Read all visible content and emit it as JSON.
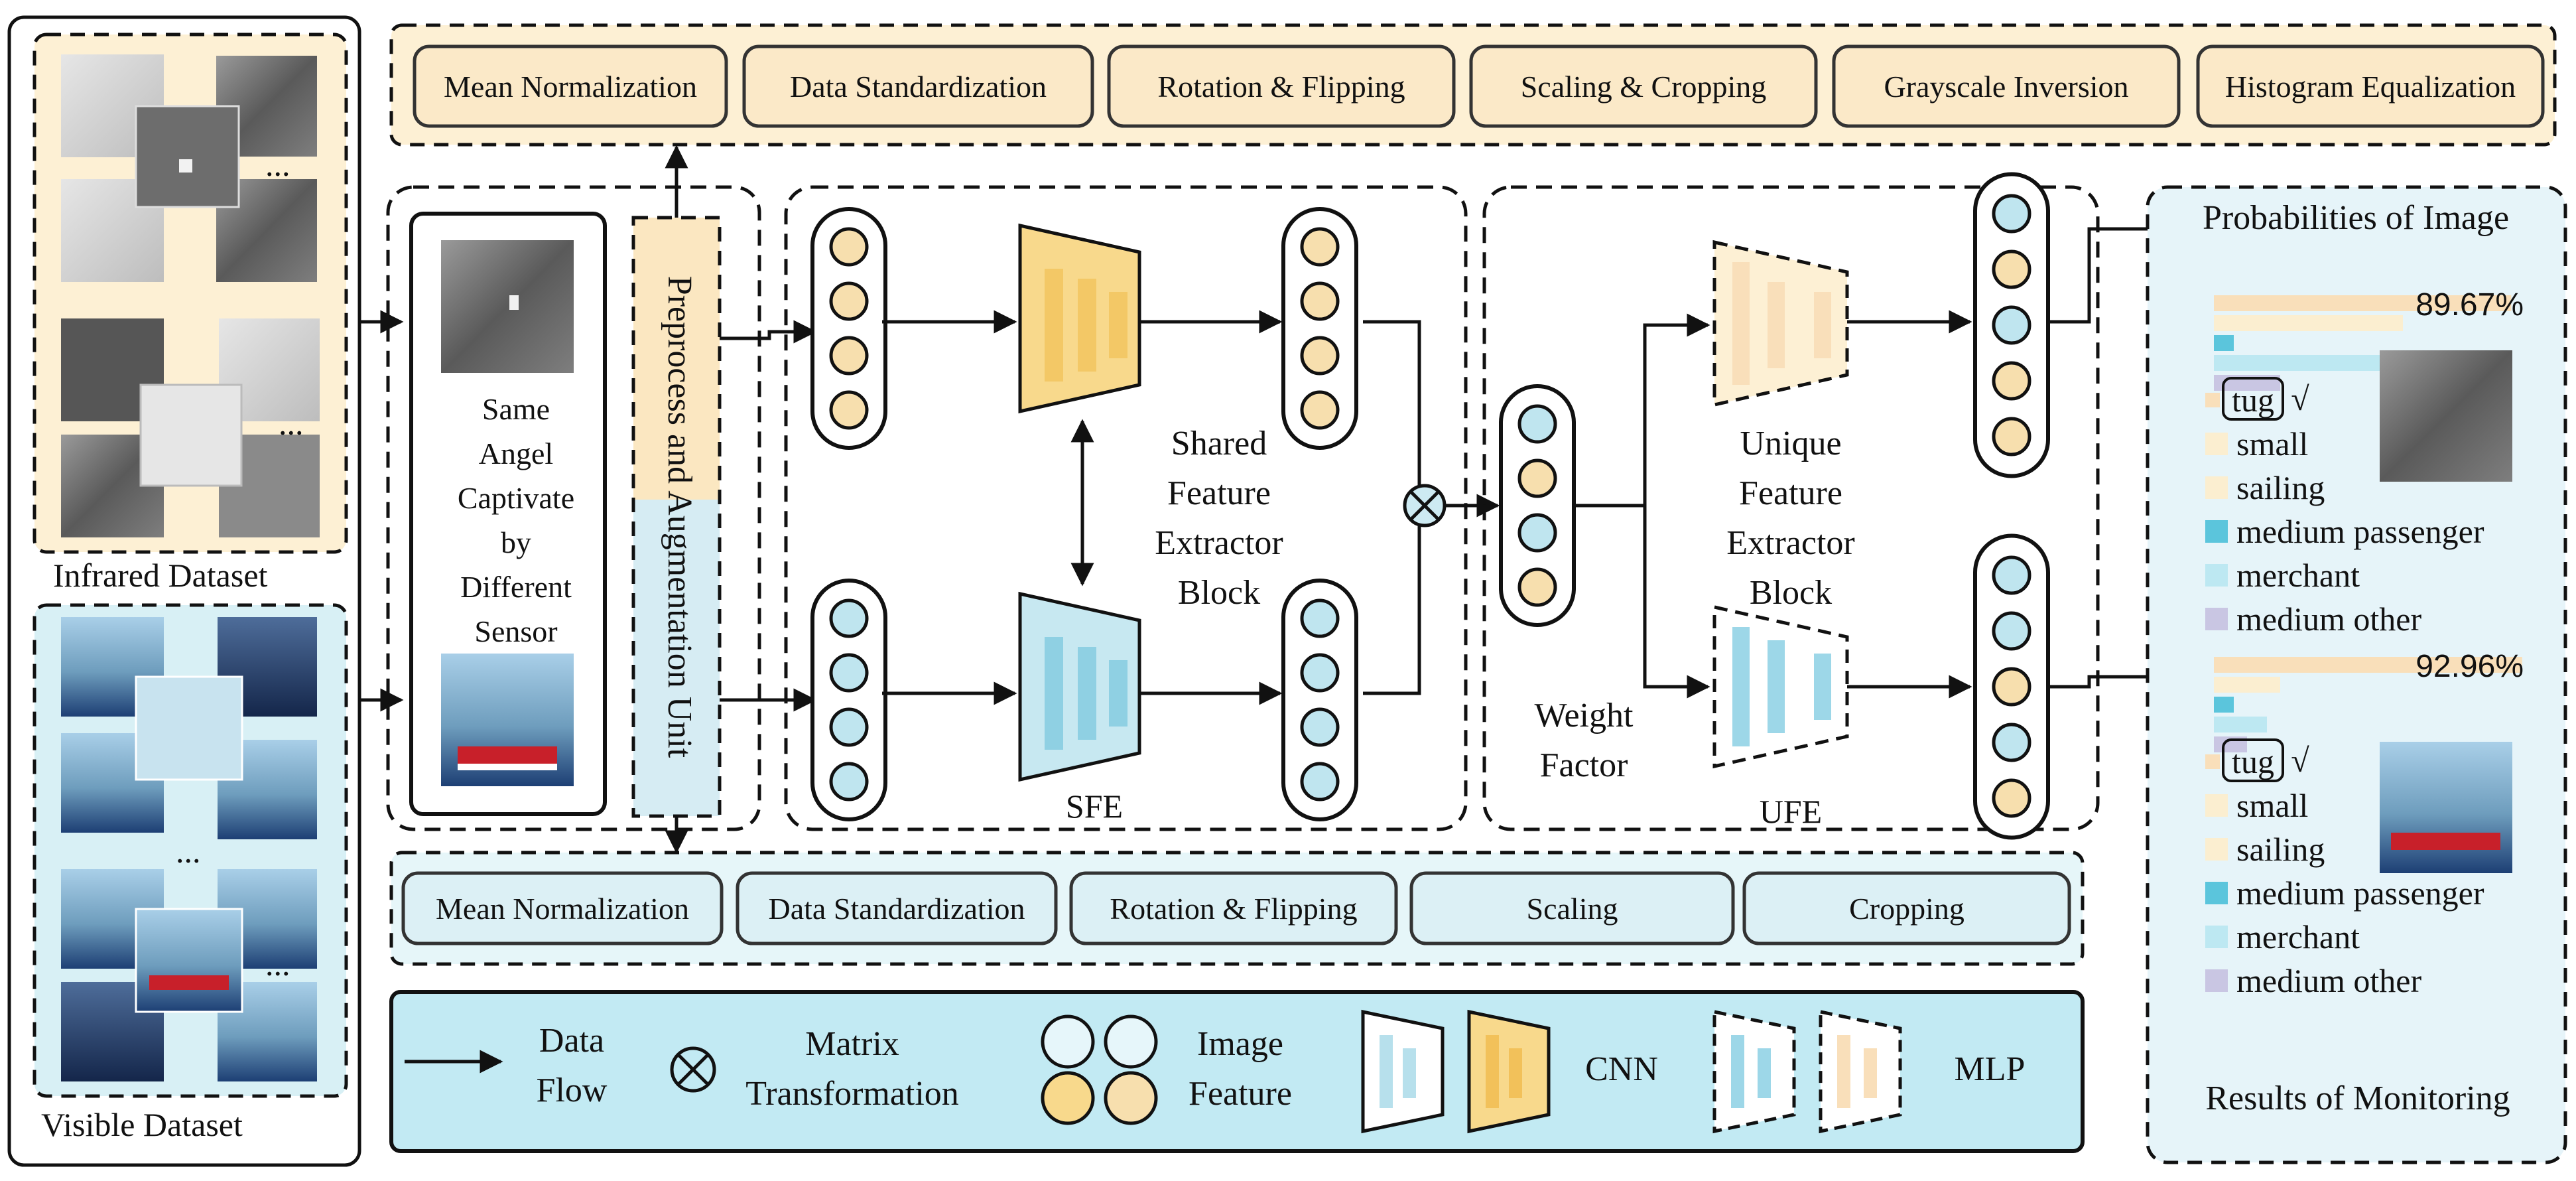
{
  "datasets": {
    "infrared_label": "Infrared Dataset",
    "visible_label": "Visible Dataset",
    "ellipsis": "..."
  },
  "sample_box": {
    "text_lines": [
      "Same",
      "Angel",
      "Captivate",
      "by",
      "Different",
      "Sensor"
    ]
  },
  "preprocess_unit": {
    "label": "Preprocess and Augmentation Unit"
  },
  "infrared_augmentations": [
    "Mean Normalization",
    "Data Standardization",
    "Rotation & Flipping",
    "Scaling & Cropping",
    "Grayscale Inversion",
    "Histogram Equalization"
  ],
  "visible_augmentations": [
    "Mean Normalization",
    "Data Standardization",
    "Rotation & Flipping",
    "Scaling",
    "Cropping"
  ],
  "sfe": {
    "block_lines": [
      "Shared",
      "Feature",
      "Extractor",
      "Block"
    ],
    "label": "SFE"
  },
  "ufe": {
    "block_lines": [
      "Unique",
      "Feature",
      "Extractor",
      "Block"
    ],
    "label": "UFE",
    "weight_lines": [
      "Weight",
      "Factor"
    ]
  },
  "results": {
    "title": "Probabilities of Image",
    "footer": "Results of Monitoring",
    "check_mark": "√",
    "infrared_result": {
      "top_percent": "89.67%",
      "predicted": "tug",
      "classes": [
        "small",
        "sailing",
        "medium passenger",
        "merchant",
        "medium other"
      ],
      "bar_fractions": [
        0.8967,
        0.57,
        0.06,
        0.55,
        0.2
      ]
    },
    "visible_result": {
      "top_percent": "92.96%",
      "predicted": "tug",
      "classes": [
        "small",
        "sailing",
        "medium passenger",
        "merchant",
        "medium other"
      ],
      "bar_fractions": [
        0.9296,
        0.2,
        0.06,
        0.16,
        0.1
      ]
    }
  },
  "legend": {
    "data_flow_lines": [
      "Data",
      "Flow"
    ],
    "matrix_lines": [
      "Matrix",
      "Transformation"
    ],
    "image_feature_lines": [
      "Image",
      "Feature"
    ],
    "cnn": "CNN",
    "mlp": "MLP"
  },
  "colors": {
    "infrared_bg": "#fdf0d4",
    "visible_bg": "#d8f0f5",
    "cream": "#fbe6c3",
    "cream_fill": "#f7dfae",
    "blue_fill": "#bfe5ef",
    "cnn_yellow": "#f8d98c",
    "cnn_blue": "#b7e0ec",
    "stroke": "#111111",
    "bar_tan": "#f9dfba",
    "bar_cream": "#fbeed0",
    "bar_teal": "#5bc5dc",
    "bar_lightblue": "#bde8f2",
    "bar_lavender": "#c9c6e3"
  }
}
